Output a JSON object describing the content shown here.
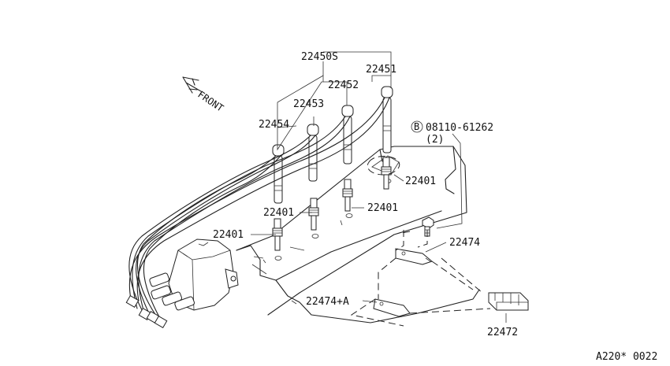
{
  "front_label": "FRONT",
  "parts": {
    "p22450s": "22450S",
    "p22451": "22451",
    "p22452": "22452",
    "p22453": "22453",
    "p22454": "22454",
    "p22401_a": "22401",
    "p22401_b": "22401",
    "p22401_c": "22401",
    "p22401_d": "22401",
    "p22474": "22474",
    "p22474a": "22474+A",
    "p22472": "22472",
    "bolt_circle": "B",
    "bolt_number": "08110-61262",
    "bolt_qty": "(2)"
  },
  "drawing_code": "A220* 0022"
}
